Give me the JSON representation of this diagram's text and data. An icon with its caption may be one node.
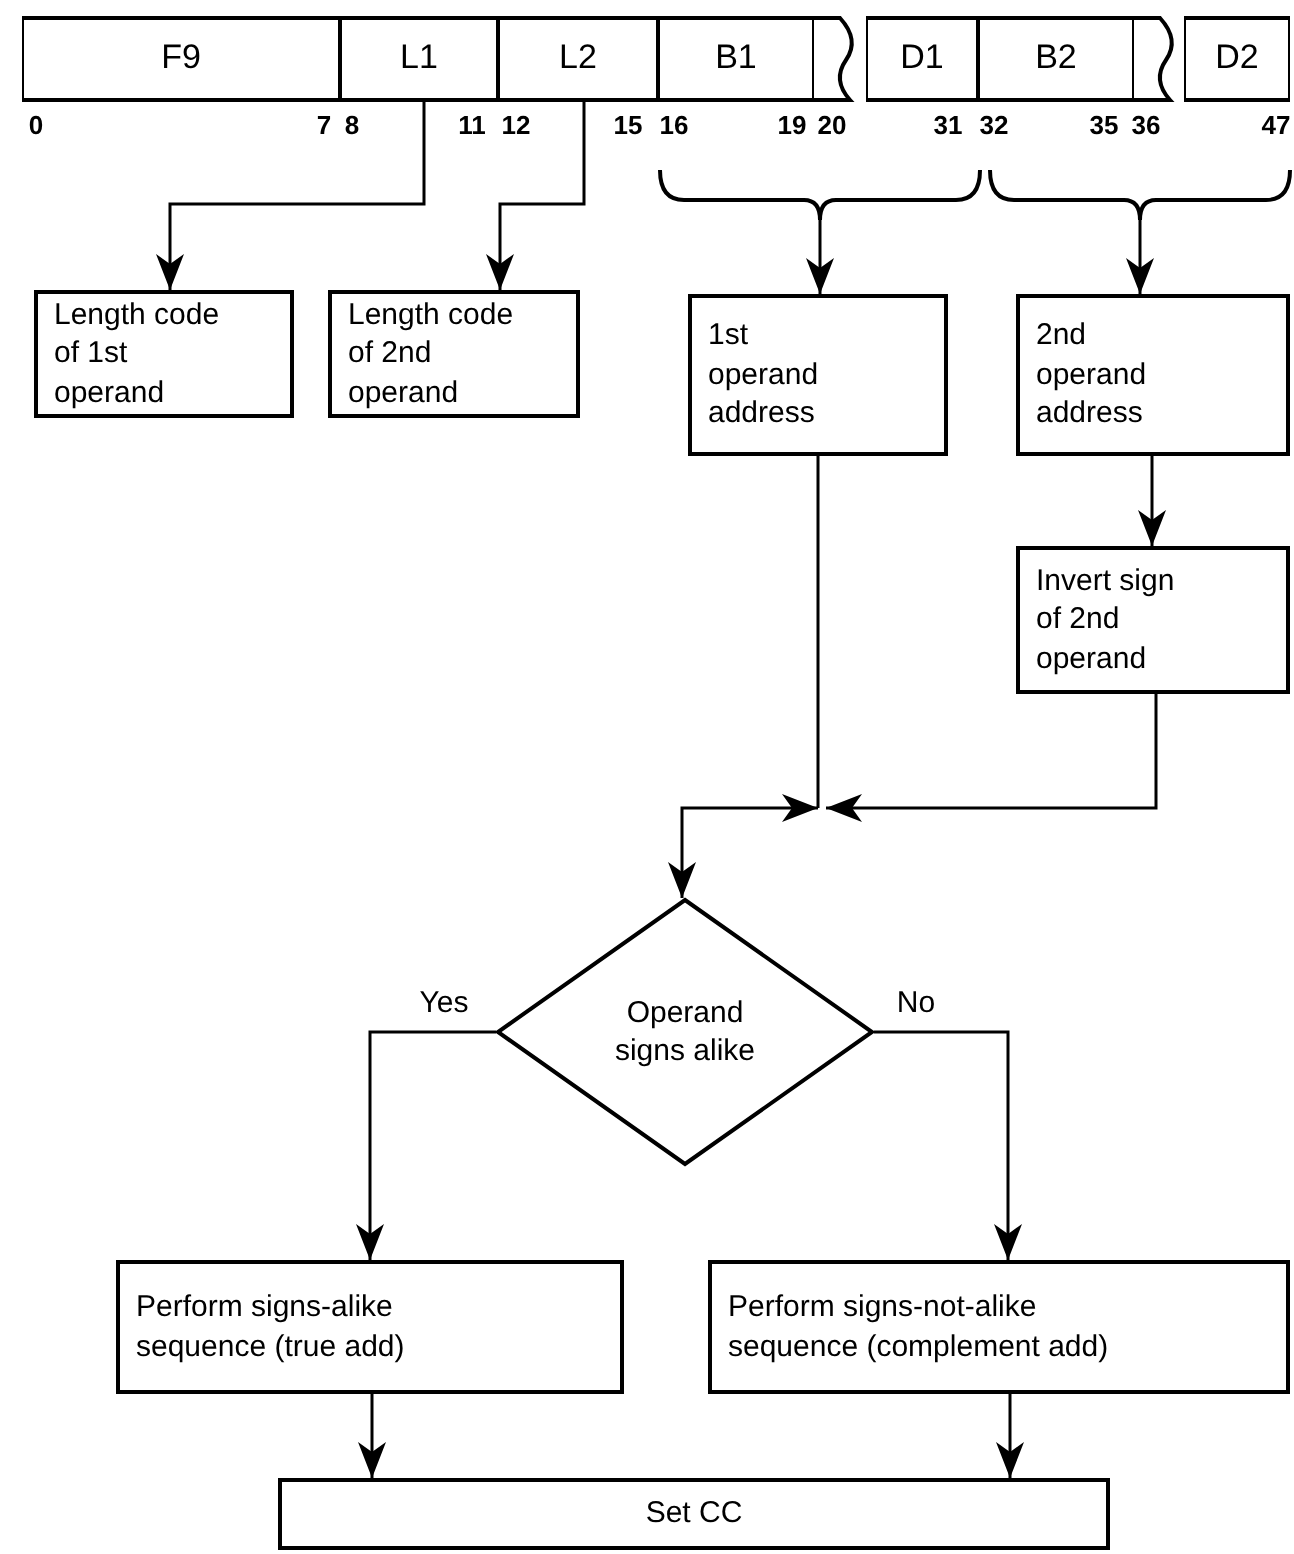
{
  "diagram": {
    "nodes": [
      {
        "text": [
          "F9"
        ]
      },
      {
        "text": [
          "L1"
        ]
      },
      {
        "text": [
          "L2"
        ]
      },
      {
        "text": [
          "B1"
        ]
      },
      {
        "text": [
          "D1"
        ]
      },
      {
        "text": [
          "B2"
        ]
      },
      {
        "text": [
          "D2"
        ]
      },
      {
        "text": [],
        "shape": "brace"
      },
      {
        "text": [],
        "shape": "brace"
      },
      {
        "text": [
          "Length code of 1st operand"
        ]
      },
      {
        "text": [
          "Length code of 2nd operand"
        ]
      },
      {
        "text": [
          "1st operand address"
        ]
      },
      {
        "text": [
          "2nd operand address"
        ]
      },
      {
        "text": [
          "Invert sign of 2nd operand"
        ]
      },
      {
        "text": [
          "Operand signs alike"
        ]
      },
      {
        "text": [
          "Perform signs-alike sequence (true add)"
        ]
      },
      {
        "text": [
          "Perform signs-not-alike sequence (complement add)"
        ]
      },
      {
        "text": [
          "Set CC"
        ]
      }
    ],
    "edges": [
      {
        "from": 1,
        "to": 9,
        "arrow": "to"
      },
      {
        "from": 2,
        "to": 10,
        "arrow": "to"
      },
      {
        "from": 7,
        "to": 11,
        "arrow": "to"
      },
      {
        "from": 8,
        "to": 12,
        "arrow": "to"
      },
      {
        "from": 12,
        "to": 13,
        "arrow": "to"
      },
      {
        "from": 11,
        "to": 14,
        "arrow": "to"
      },
      {
        "from": 13,
        "to": 14,
        "arrow": "to"
      },
      {
        "from": 14,
        "to": 15,
        "arrow": "to",
        "label": "Yes"
      },
      {
        "from": 14,
        "to": 16,
        "arrow": "to",
        "label": "No"
      },
      {
        "from": 15,
        "to": 17,
        "arrow": "to"
      },
      {
        "from": 16,
        "to": 17,
        "arrow": "to"
      }
    ],
    "labels": [
      "0",
      "7",
      "8",
      "11",
      "12",
      "15",
      "16",
      "19",
      "20",
      "31",
      "32",
      "35",
      "36",
      "47"
    ]
  }
}
